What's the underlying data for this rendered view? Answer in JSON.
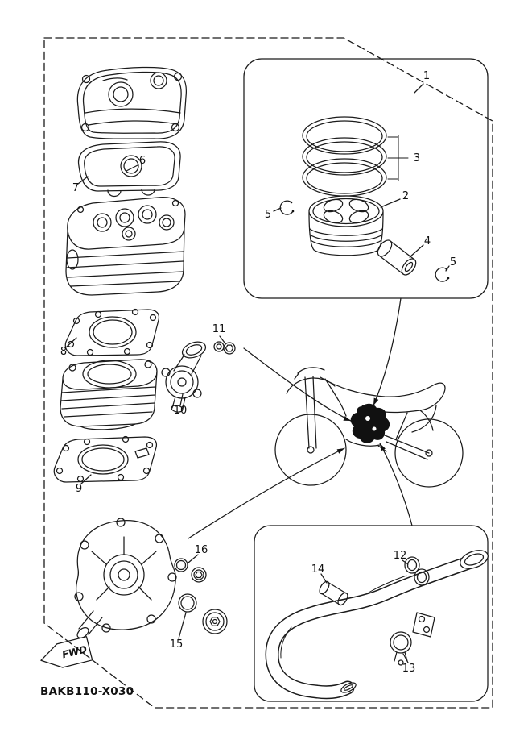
{
  "diagram": {
    "code": "BAKB110-X030",
    "fwd_label": "FWD",
    "colors": {
      "line": "#1b1b1b",
      "background": "#ffffff"
    },
    "callouts": [
      {
        "label": "1"
      },
      {
        "label": "2"
      },
      {
        "label": "3"
      },
      {
        "label": "4"
      },
      {
        "label": "5"
      },
      {
        "label": "5"
      },
      {
        "label": "6"
      },
      {
        "label": "7"
      },
      {
        "label": "8"
      },
      {
        "label": "9"
      },
      {
        "label": "10"
      },
      {
        "label": "11"
      },
      {
        "label": "12"
      },
      {
        "label": "13"
      },
      {
        "label": "14"
      },
      {
        "label": "15"
      },
      {
        "label": "16"
      }
    ]
  }
}
